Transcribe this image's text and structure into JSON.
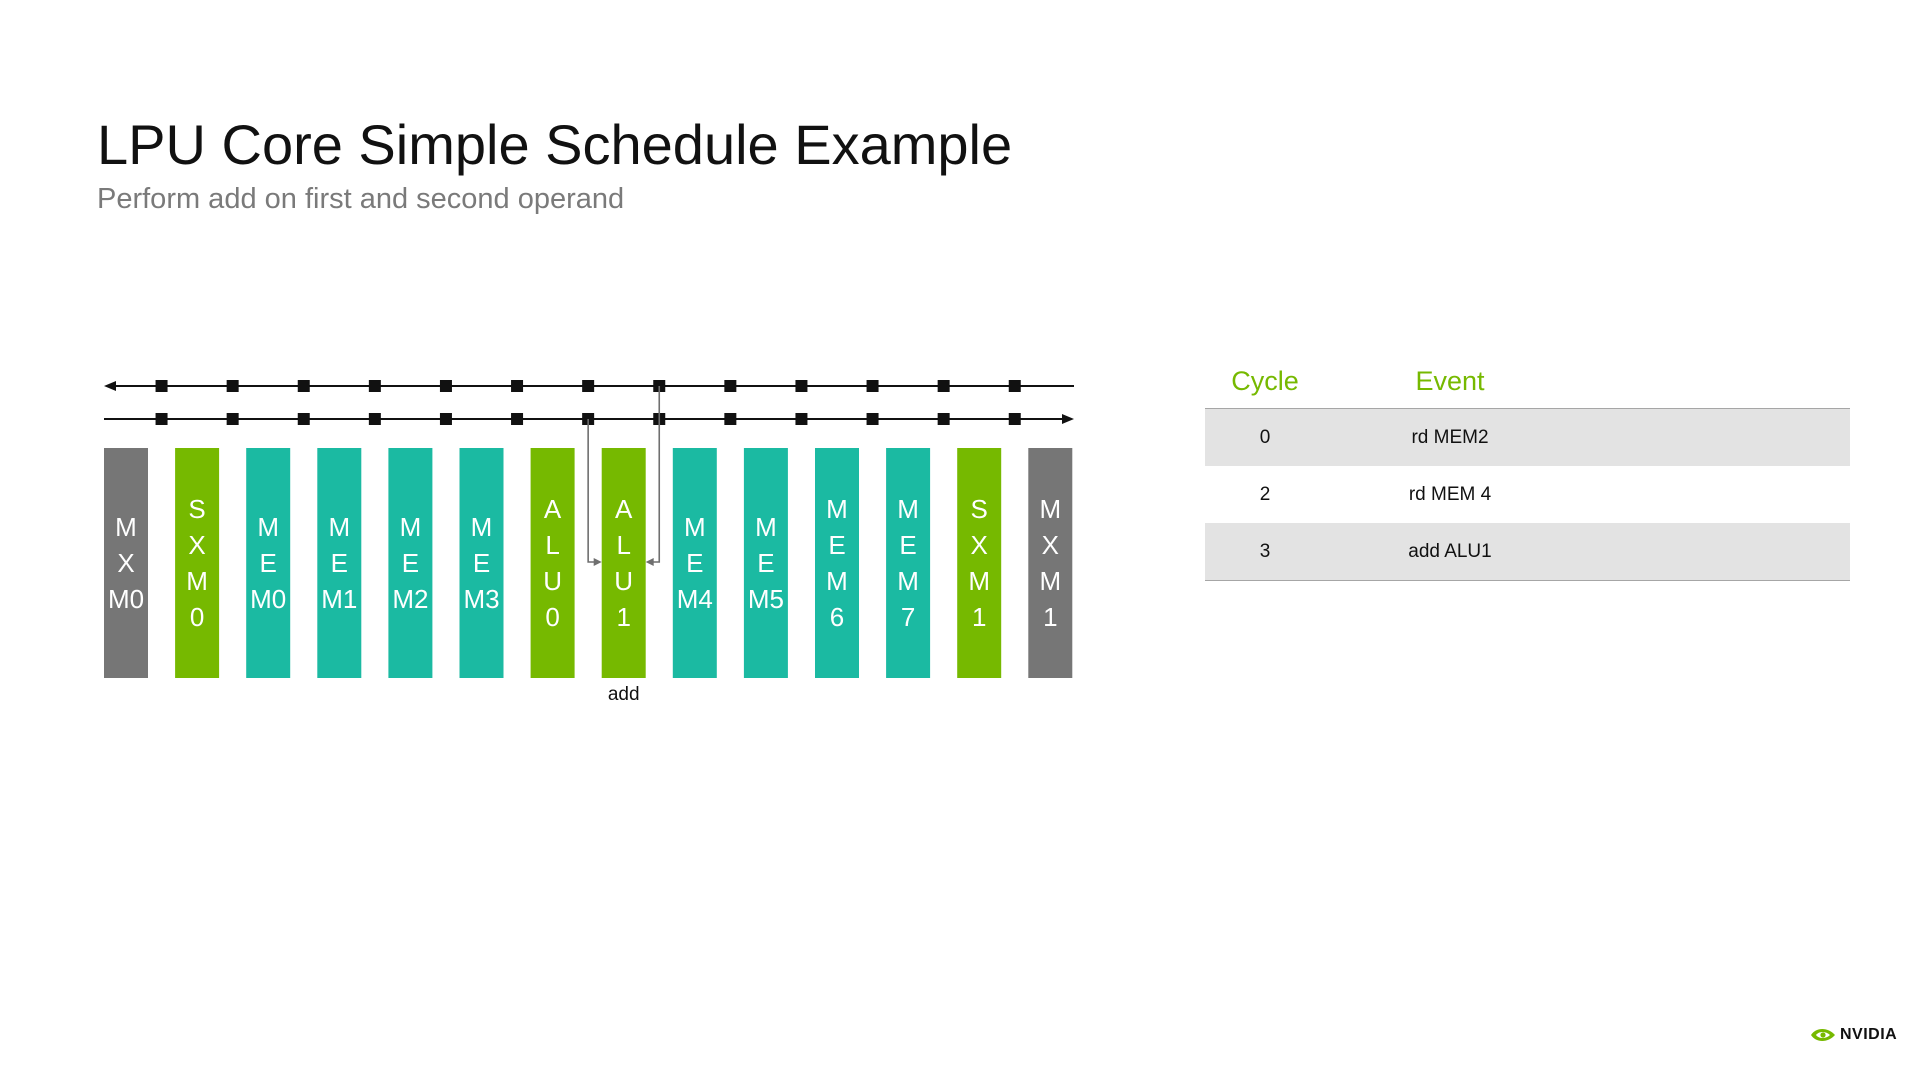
{
  "slide": {
    "title": "LPU Core Simple Schedule Example",
    "subtitle": "Perform add on first and second operand"
  },
  "diagram": {
    "units": [
      {
        "lines": [
          "M",
          "X",
          "M0"
        ],
        "kind": "mxm"
      },
      {
        "lines": [
          "S",
          "X",
          "M",
          "0"
        ],
        "kind": "sxm"
      },
      {
        "lines": [
          "M",
          "E",
          "M0"
        ],
        "kind": "mem"
      },
      {
        "lines": [
          "M",
          "E",
          "M1"
        ],
        "kind": "mem"
      },
      {
        "lines": [
          "M",
          "E",
          "M2"
        ],
        "kind": "mem"
      },
      {
        "lines": [
          "M",
          "E",
          "M3"
        ],
        "kind": "mem"
      },
      {
        "lines": [
          "A",
          "L",
          "U",
          "0"
        ],
        "kind": "alu"
      },
      {
        "lines": [
          "A",
          "L",
          "U",
          "1"
        ],
        "kind": "alu"
      },
      {
        "lines": [
          "M",
          "E",
          "M4"
        ],
        "kind": "mem"
      },
      {
        "lines": [
          "M",
          "E",
          "M5"
        ],
        "kind": "mem"
      },
      {
        "lines": [
          "M",
          "E",
          "M",
          "6"
        ],
        "kind": "mem"
      },
      {
        "lines": [
          "M",
          "E",
          "M",
          "7"
        ],
        "kind": "mem"
      },
      {
        "lines": [
          "S",
          "X",
          "M",
          "1"
        ],
        "kind": "sxm"
      },
      {
        "lines": [
          "M",
          "X",
          "M",
          "1"
        ],
        "kind": "mxm"
      }
    ],
    "colors": {
      "mxm": "#767676",
      "sxm": "#76b900",
      "mem": "#1bbaa2",
      "alu": "#76b900",
      "line": "#111111",
      "tap": "#6f6f6f"
    },
    "add_label": "add"
  },
  "table": {
    "headers": {
      "cycle": "Cycle",
      "event": "Event"
    },
    "rows": [
      {
        "cycle": "0",
        "event": "rd MEM2"
      },
      {
        "cycle": "2",
        "event": "rd MEM 4"
      },
      {
        "cycle": "3",
        "event": "add ALU1"
      }
    ]
  },
  "logo": {
    "text": "NVIDIA",
    "icon": "nvidia-eye-icon"
  }
}
